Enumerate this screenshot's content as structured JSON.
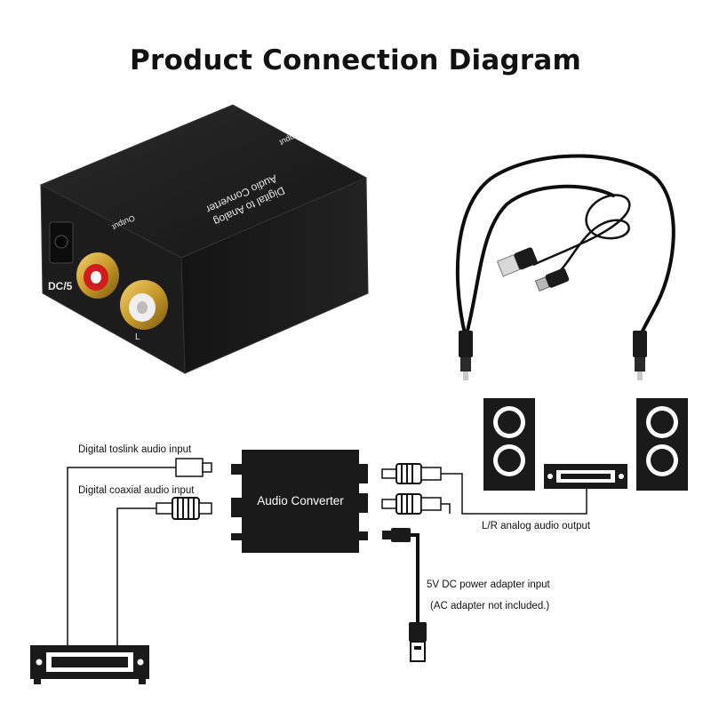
{
  "title": "Product Connection Diagram",
  "photo": {
    "device_engraving_line1": "Digital to Analog",
    "device_engraving_line2": "Audio Converter",
    "device_input_label": "Input",
    "device_output_label": "Output",
    "device_dc_label": "DC/5",
    "device_l_label": "L"
  },
  "diagram": {
    "converter_label": "Audio Converter",
    "toslink_input_label": "Digital toslink audio input",
    "coaxial_input_label": "Digital coaxial audio input",
    "analog_output_label": "L/R analog audio output",
    "power_input_label": "5V DC power adapter input",
    "power_note_label": "(AC adapter not included.)"
  },
  "colors": {
    "device_body": "#1b1b1b",
    "rca_gold": "#c89a2a",
    "rca_red": "#d11d1d",
    "line_color": "#111111"
  }
}
